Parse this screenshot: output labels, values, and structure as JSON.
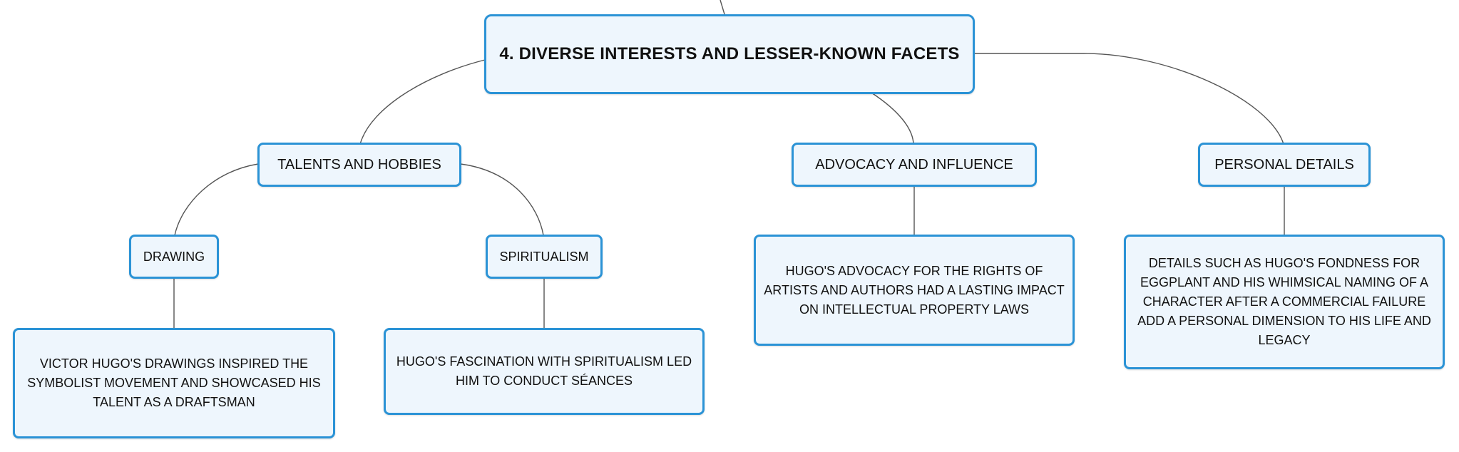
{
  "root": {
    "label": "4. DIVERSE INTERESTS AND LESSER-KNOWN FACETS"
  },
  "branches": {
    "talents": {
      "label": "TALENTS AND HOBBIES"
    },
    "advocacy": {
      "label": "ADVOCACY AND INFLUENCE"
    },
    "personal": {
      "label": "PERSONAL DETAILS"
    }
  },
  "subtopics": {
    "drawing": {
      "label": "DRAWING"
    },
    "spiritualism": {
      "label": "SPIRITUALISM"
    }
  },
  "details": {
    "drawing": "VICTOR HUGO'S DRAWINGS INSPIRED THE SYMBOLIST MOVEMENT AND SHOWCASED HIS TALENT AS A DRAFTSMAN",
    "spiritualism": "HUGO'S FASCINATION WITH SPIRITUALISM LED HIM TO CONDUCT SÉANCES",
    "advocacy": "HUGO'S ADVOCACY FOR THE RIGHTS OF ARTISTS AND AUTHORS HAD A LASTING IMPACT ON INTELLECTUAL PROPERTY LAWS",
    "personal": "DETAILS SUCH AS HUGO'S FONDNESS FOR EGGPLANT AND HIS WHIMSICAL NAMING OF A CHARACTER AFTER A COMMERCIAL FAILURE ADD A PERSONAL DIMENSION TO HIS LIFE AND LEGACY"
  },
  "colors": {
    "border": "#2b93d6",
    "fill": "#eef6fd",
    "connector": "#555555"
  }
}
